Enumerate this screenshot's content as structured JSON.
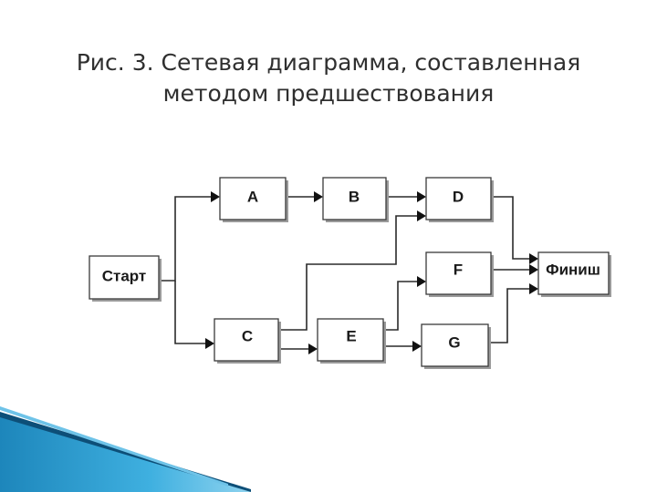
{
  "title": {
    "line1": "Рис. 3. Сетевая диаграмма, составленная",
    "line2": "методом предшествования"
  },
  "diagram": {
    "nodes": {
      "start": "Старт",
      "a": "A",
      "b": "B",
      "c": "C",
      "d": "D",
      "e": "E",
      "f": "F",
      "g": "G",
      "finish": "Финиш"
    },
    "edges": [
      {
        "from": "start",
        "to": "a"
      },
      {
        "from": "start",
        "to": "c"
      },
      {
        "from": "a",
        "to": "b"
      },
      {
        "from": "b",
        "to": "d"
      },
      {
        "from": "c",
        "to": "d"
      },
      {
        "from": "c",
        "to": "e"
      },
      {
        "from": "e",
        "to": "f"
      },
      {
        "from": "e",
        "to": "g"
      },
      {
        "from": "d",
        "to": "finish"
      },
      {
        "from": "f",
        "to": "finish"
      },
      {
        "from": "g",
        "to": "finish"
      }
    ]
  },
  "colors": {
    "corner_decoration": "#2a9bd0",
    "corner_decoration_dark": "#0d4f78"
  }
}
